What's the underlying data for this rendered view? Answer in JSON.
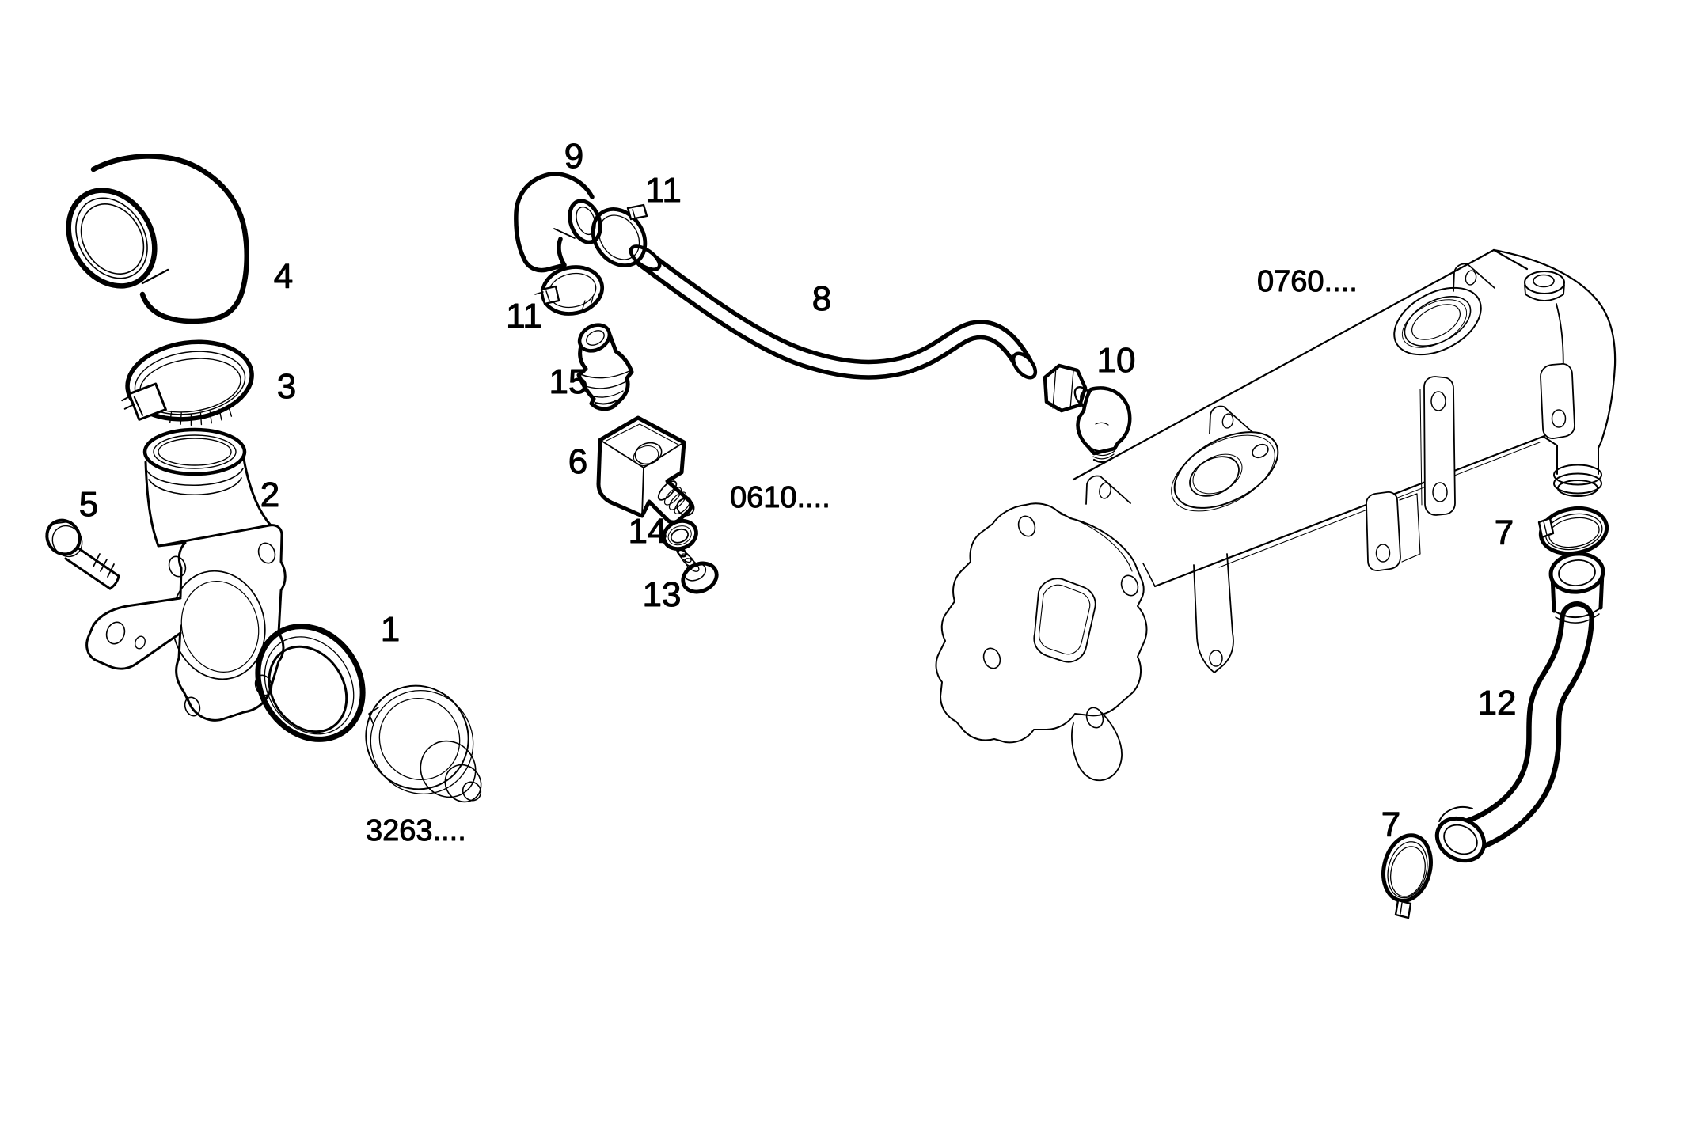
{
  "figure": {
    "background": "#ffffff",
    "ink": "#000000",
    "callouts": {
      "n1": "1",
      "n2": "2",
      "n3": "3",
      "n4": "4",
      "n5": "5",
      "n6": "6",
      "n7_upper": "7",
      "n7_lower": "7",
      "n8": "8",
      "n9": "9",
      "n10": "10",
      "n11_upper": "11",
      "n11_lower": "11",
      "n12": "12",
      "n13": "13",
      "n14": "14",
      "n15": "15"
    },
    "codes": {
      "thermostat_group": "3263....",
      "union_group": "0610....",
      "heat_exchanger_group": "0760...."
    },
    "parts": [
      {
        "callout": "1",
        "name": "seal-ring"
      },
      {
        "callout": "2",
        "name": "thermostat-housing"
      },
      {
        "callout": "3",
        "name": "hose-clamp"
      },
      {
        "callout": "4",
        "name": "elbow-hose"
      },
      {
        "callout": "5",
        "name": "bolt"
      },
      {
        "callout": "6",
        "name": "union-block"
      },
      {
        "callout": "7",
        "name": "hose-clamp"
      },
      {
        "callout": "8",
        "name": "vent-pipe"
      },
      {
        "callout": "9",
        "name": "elbow-hose"
      },
      {
        "callout": "10",
        "name": "elbow-union"
      },
      {
        "callout": "11",
        "name": "hose-clamp"
      },
      {
        "callout": "12",
        "name": "hose"
      },
      {
        "callout": "13",
        "name": "plug"
      },
      {
        "callout": "14",
        "name": "washer"
      },
      {
        "callout": "15",
        "name": "hose-fitting"
      }
    ]
  }
}
